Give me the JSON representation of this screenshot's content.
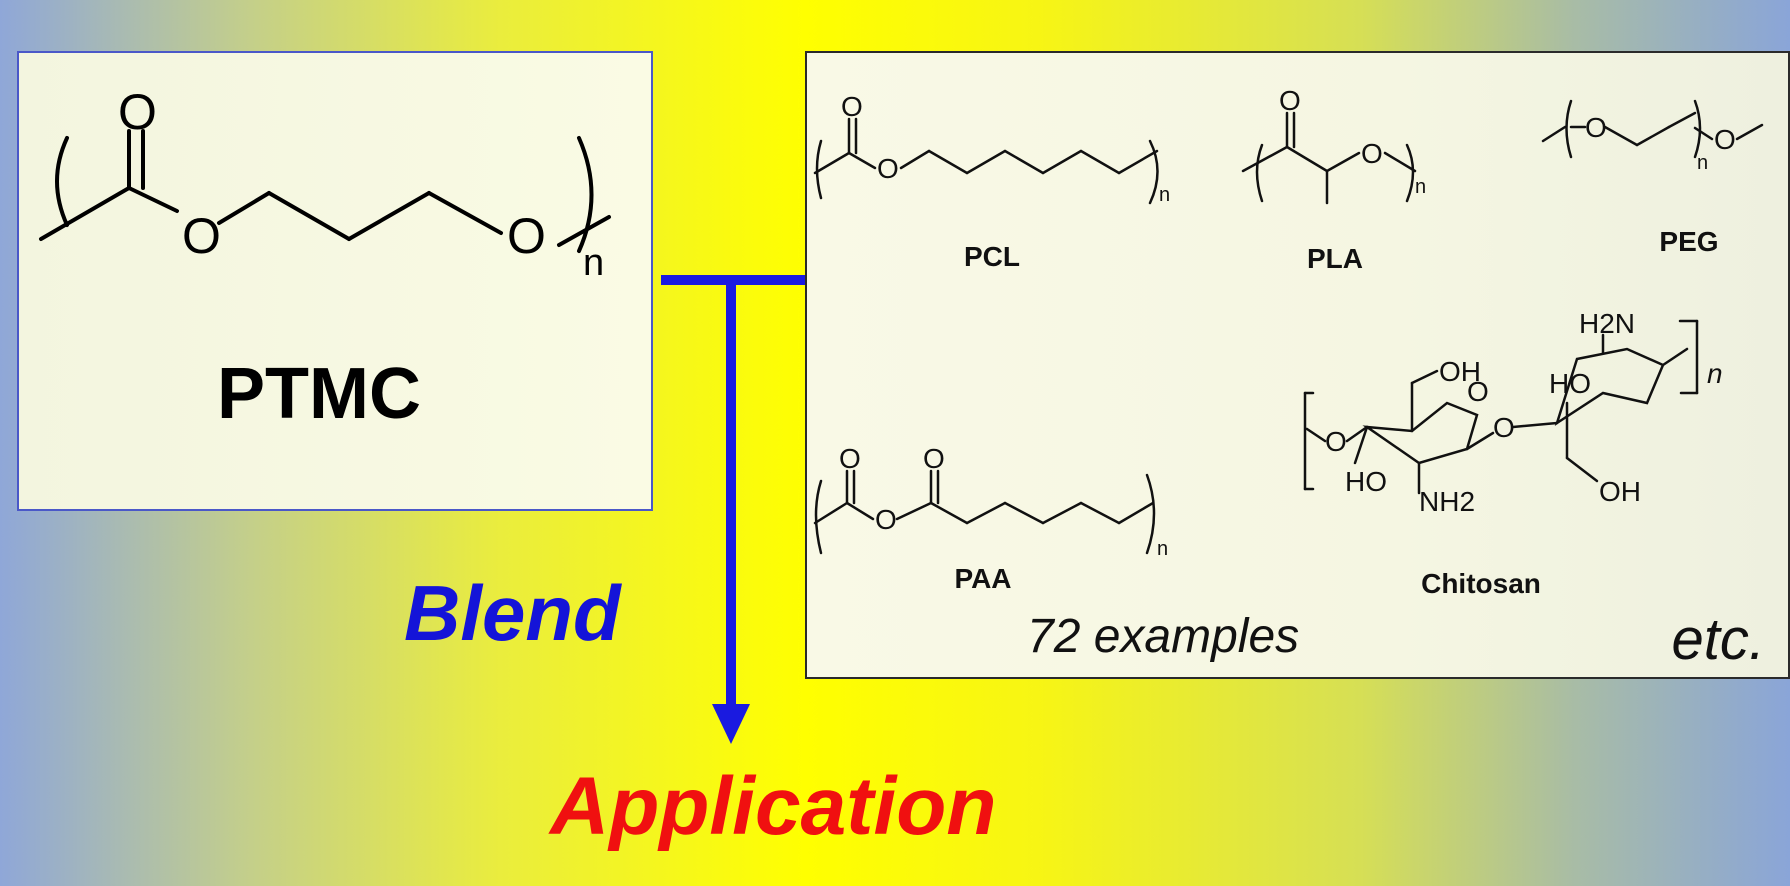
{
  "main_polymer": {
    "name": "PTMC",
    "atoms": {
      "carbonyl_o": "O",
      "ester_o": "O",
      "end_o": "O",
      "repeat": "n"
    }
  },
  "connector": {
    "verb": "Blend",
    "result": "Application"
  },
  "examples": {
    "polymers": [
      {
        "name": "PCL",
        "atoms": [
          "O",
          "O"
        ],
        "repeat": "n"
      },
      {
        "name": "PLA",
        "atoms": [
          "O",
          "O"
        ],
        "repeat": "n"
      },
      {
        "name": "PEG",
        "atoms": [
          "O",
          "O"
        ],
        "repeat": "n"
      },
      {
        "name": "PAA",
        "atoms": [
          "O",
          "O",
          "O"
        ],
        "repeat": "n"
      },
      {
        "name": "Chitosan",
        "atoms": [
          "OH",
          "H2N",
          "HO",
          "O",
          "O",
          "O",
          "HO",
          "NH2",
          "OH"
        ],
        "repeat": "n"
      }
    ],
    "count_text": "72 examples",
    "more_text": "etc."
  },
  "colors": {
    "blend": "#1414d8",
    "application": "#f01010",
    "connector_line": "#1a1ae0",
    "ptmc_border": "#4a58c8"
  }
}
